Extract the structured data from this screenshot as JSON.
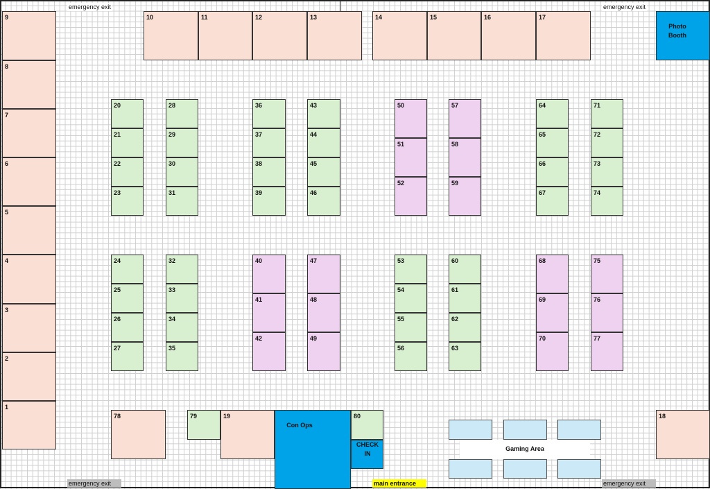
{
  "exits": {
    "top_left": "emergency exit",
    "top_right": "emergency exit",
    "bottom_left": "emergency exit",
    "bottom_right": "emergency exit"
  },
  "main_entrance": "main entrance",
  "photo_booth": "Photo Booth",
  "con_ops": "Con Ops",
  "check_in": "CHECK IN",
  "gaming_area": "Gaming Area",
  "colors": {
    "vendor_peach": "#f9dfd4",
    "artist_green": "#d8f0d0",
    "artist_pink": "#efd2ef",
    "staff_blue": "#00a2e8",
    "gaming_light_blue": "#cce9f7",
    "entrance_yellow": "#ffff00",
    "exit_gray": "#bdbdbd"
  },
  "booths": {
    "b1": "1",
    "b2": "2",
    "b3": "3",
    "b4": "4",
    "b5": "5",
    "b6": "6",
    "b7": "7",
    "b8": "8",
    "b9": "9",
    "b10": "10",
    "b11": "11",
    "b12": "12",
    "b13": "13",
    "b14": "14",
    "b15": "15",
    "b16": "16",
    "b17": "17",
    "b18": "18",
    "b19": "19",
    "b20": "20",
    "b21": "21",
    "b22": "22",
    "b23": "23",
    "b24": "24",
    "b25": "25",
    "b26": "26",
    "b27": "27",
    "b28": "28",
    "b29": "29",
    "b30": "30",
    "b31": "31",
    "b32": "32",
    "b33": "33",
    "b34": "34",
    "b35": "35",
    "b36": "36",
    "b37": "37",
    "b38": "38",
    "b39": "39",
    "b40": "40",
    "b41": "41",
    "b42": "42",
    "b43": "43",
    "b44": "44",
    "b45": "45",
    "b46": "46",
    "b47": "47",
    "b48": "48",
    "b49": "49",
    "b50": "50",
    "b51": "51",
    "b52": "52",
    "b53": "53",
    "b54": "54",
    "b55": "55",
    "b56": "56",
    "b57": "57",
    "b58": "58",
    "b59": "59",
    "b60": "60",
    "b61": "61",
    "b62": "62",
    "b63": "63",
    "b64": "64",
    "b65": "65",
    "b66": "66",
    "b67": "67",
    "b68": "68",
    "b69": "69",
    "b70": "70",
    "b71": "71",
    "b72": "72",
    "b73": "73",
    "b74": "74",
    "b75": "75",
    "b76": "76",
    "b77": "77",
    "b78": "78",
    "b79": "79",
    "b80": "80"
  }
}
